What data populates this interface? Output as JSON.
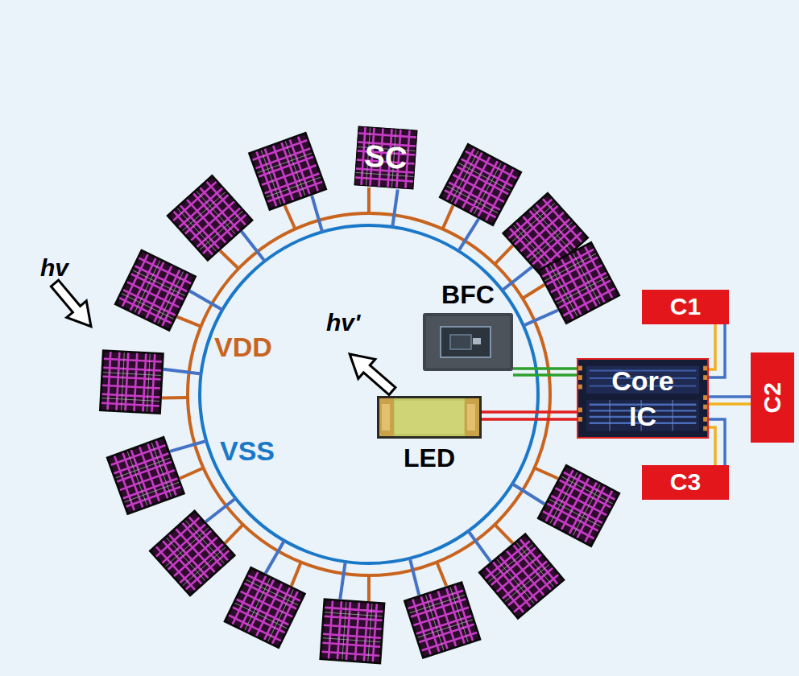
{
  "diagram": {
    "nodes": [
      {
        "text": [
          "SC"
        ]
      },
      {
        "text": [
          "BFC"
        ]
      },
      {
        "text": [
          "LED"
        ]
      },
      {
        "text": [
          "Core IC"
        ]
      },
      {
        "text": [
          "C1"
        ]
      },
      {
        "text": [
          "C2"
        ]
      },
      {
        "text": [
          "C3"
        ]
      }
    ],
    "edges": [
      {
        "from": 1,
        "to": 3,
        "arrow": "none"
      },
      {
        "from": 2,
        "to": 3,
        "arrow": "none"
      },
      {
        "from": 4,
        "to": 3,
        "arrow": "none"
      },
      {
        "from": 3,
        "to": 5,
        "arrow": "none"
      },
      {
        "from": 6,
        "to": 3,
        "arrow": "none"
      }
    ],
    "labels": [
      "hv",
      "hv'",
      "VDD",
      "VSS"
    ]
  }
}
